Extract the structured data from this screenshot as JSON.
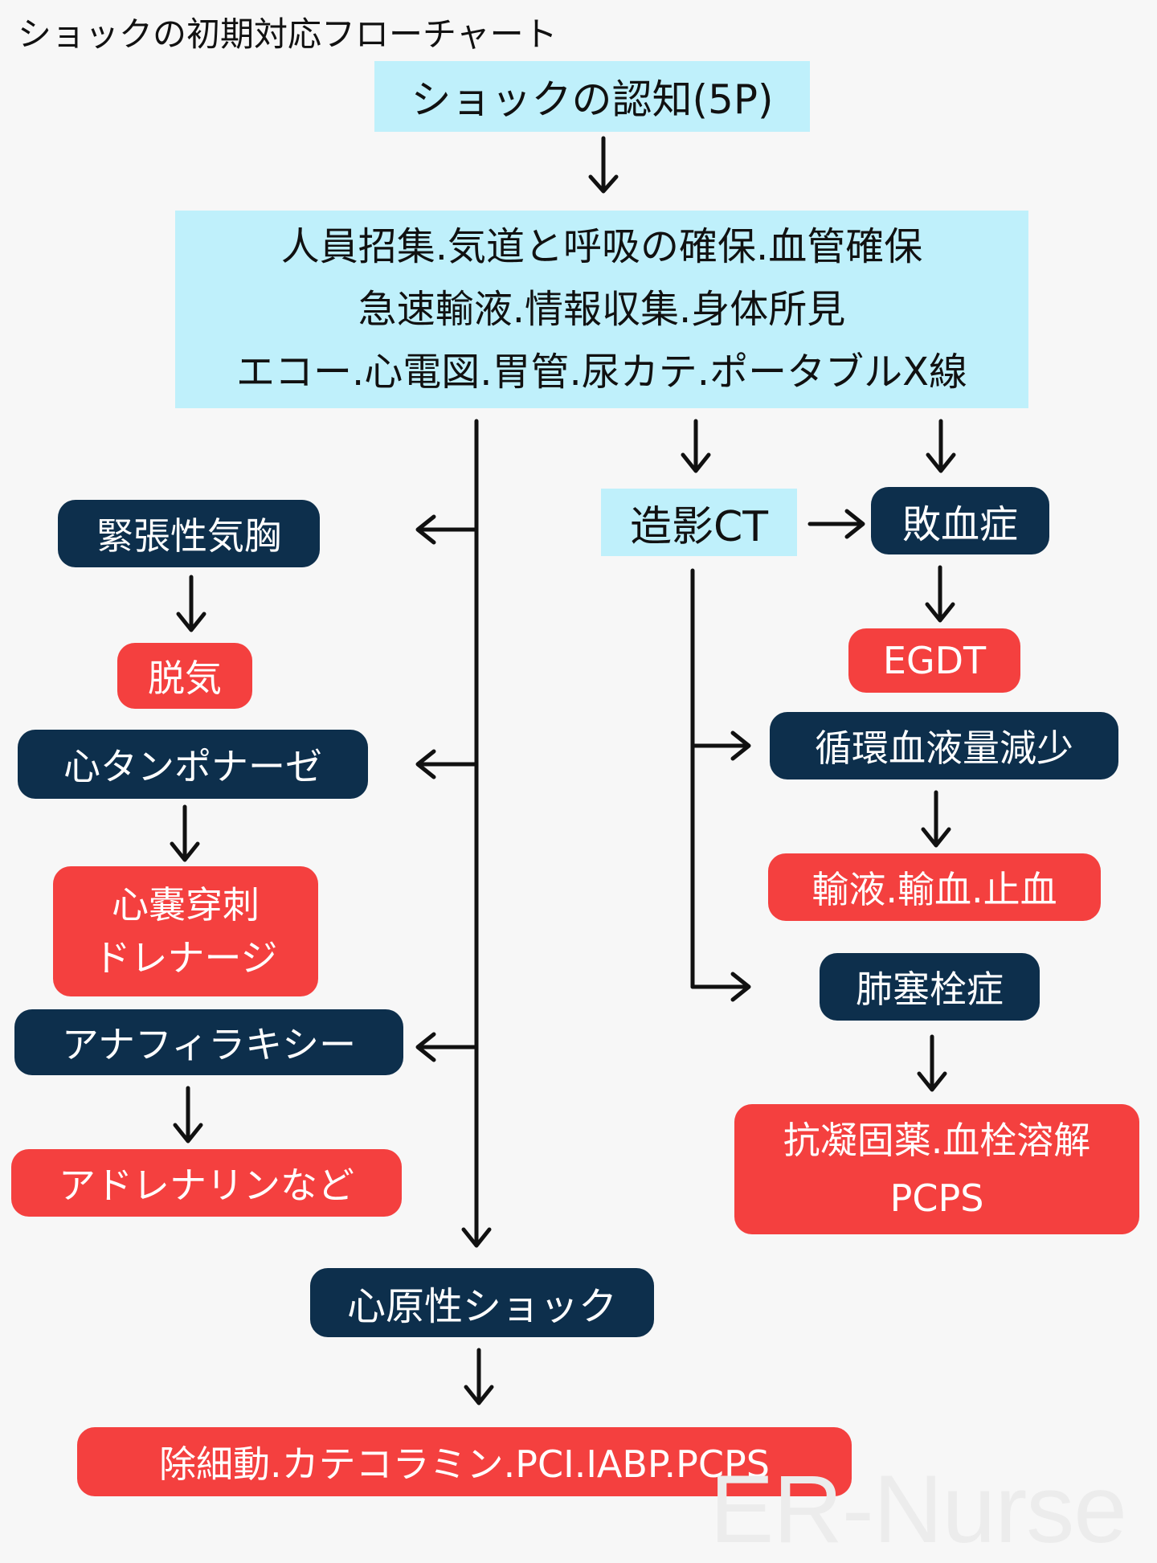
{
  "title": "ショックの初期対応フローチャート",
  "watermark": "ER-Nurse",
  "colors": {
    "cyan": "#bff0fb",
    "navy": "#0d2f4c",
    "red": "#f4403f"
  },
  "nodes": {
    "recognition": "ショックの認知(5P)",
    "initial": {
      "line1": "人員招集.気道と呼吸の確保.血管確保",
      "line2": "急速輸液.情報収集.身体所見",
      "line3": "エコー.心電図.胃管.尿カテ.ポータブルX線"
    },
    "tension_pneumo": "緊張性気胸",
    "tension_tx": "脱気",
    "tamponade": "心タンポナーゼ",
    "tamponade_tx": {
      "line1": "心嚢穿刺",
      "line2": "ドレナージ"
    },
    "anaphylaxis": "アナフィラキシー",
    "anaphylaxis_tx": "アドレナリンなど",
    "cardiogenic": "心原性ショック",
    "cardiogenic_tx": "除細動.カテコラミン.PCI.IABP.PCPS",
    "contrast_ct": "造影CT",
    "sepsis": "敗血症",
    "sepsis_tx": "EGDT",
    "hypovolemia": "循環血液量減少",
    "hypovolemia_tx": "輸液.輸血.止血",
    "pe": "肺塞栓症",
    "pe_tx": {
      "line1": "抗凝固薬.血栓溶解",
      "line2": "PCPS"
    }
  }
}
